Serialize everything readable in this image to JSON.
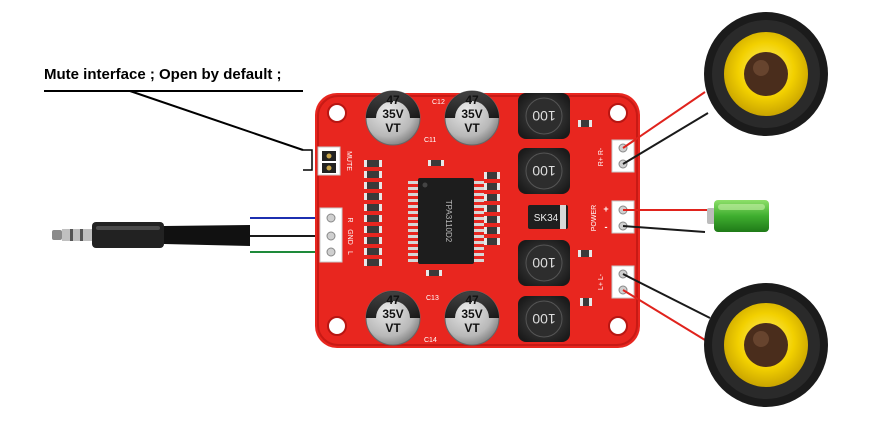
{
  "annotation": {
    "mute_note": "Mute interface ; Open by default ;"
  },
  "board": {
    "cap_value": "47",
    "cap_voltage": "35V",
    "cap_series": "VT",
    "inductor_value": "100",
    "diode_label": "SK34",
    "chip_label": "TPA3110D2",
    "mute_label": "MUTE",
    "input_labels": [
      "R",
      "GND",
      "L"
    ],
    "power_label": "POWER",
    "power_pins": [
      "+",
      "-"
    ],
    "right_speaker_label": "R+ R-",
    "left_speaker_label": "L+ L-",
    "cap_refs": [
      "C12",
      "C11",
      "C13",
      "C14"
    ]
  },
  "colors": {
    "board": "#e8261f",
    "wire_red": "#e0231d",
    "wire_black": "#1a1a1a",
    "wire_blue": "#1c2fb0",
    "wire_green": "#1e8a3a",
    "battery": "#3fae2f",
    "speaker_cone": "#f2d000"
  }
}
